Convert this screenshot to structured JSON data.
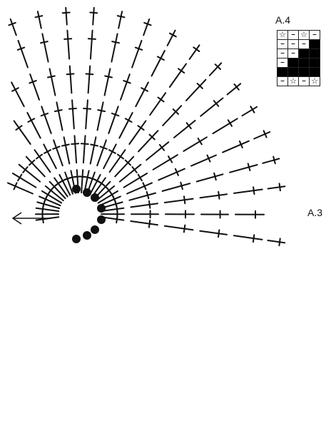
{
  "labels": {
    "chart_a4": "A.4",
    "chart_a3": "A.3"
  },
  "icons": {
    "arrow": "left-arrow-icon",
    "chain": "dash",
    "double_crochet": "cross",
    "start_point": "filled-dot",
    "star": "star-icon"
  },
  "colors": {
    "ink": "#111111",
    "background": "#ffffff"
  },
  "legend_grid": [
    [
      "star",
      "dash",
      "star",
      "dash"
    ],
    [
      "dash",
      "dash",
      "dash",
      "filled"
    ],
    [
      "dash",
      "dash",
      "filled",
      "filled"
    ],
    [
      "dash",
      "filled",
      "filled",
      "filled"
    ],
    [
      "filled",
      "filled",
      "filled",
      "filled"
    ],
    [
      "dash",
      "star",
      "dash",
      "star"
    ]
  ]
}
